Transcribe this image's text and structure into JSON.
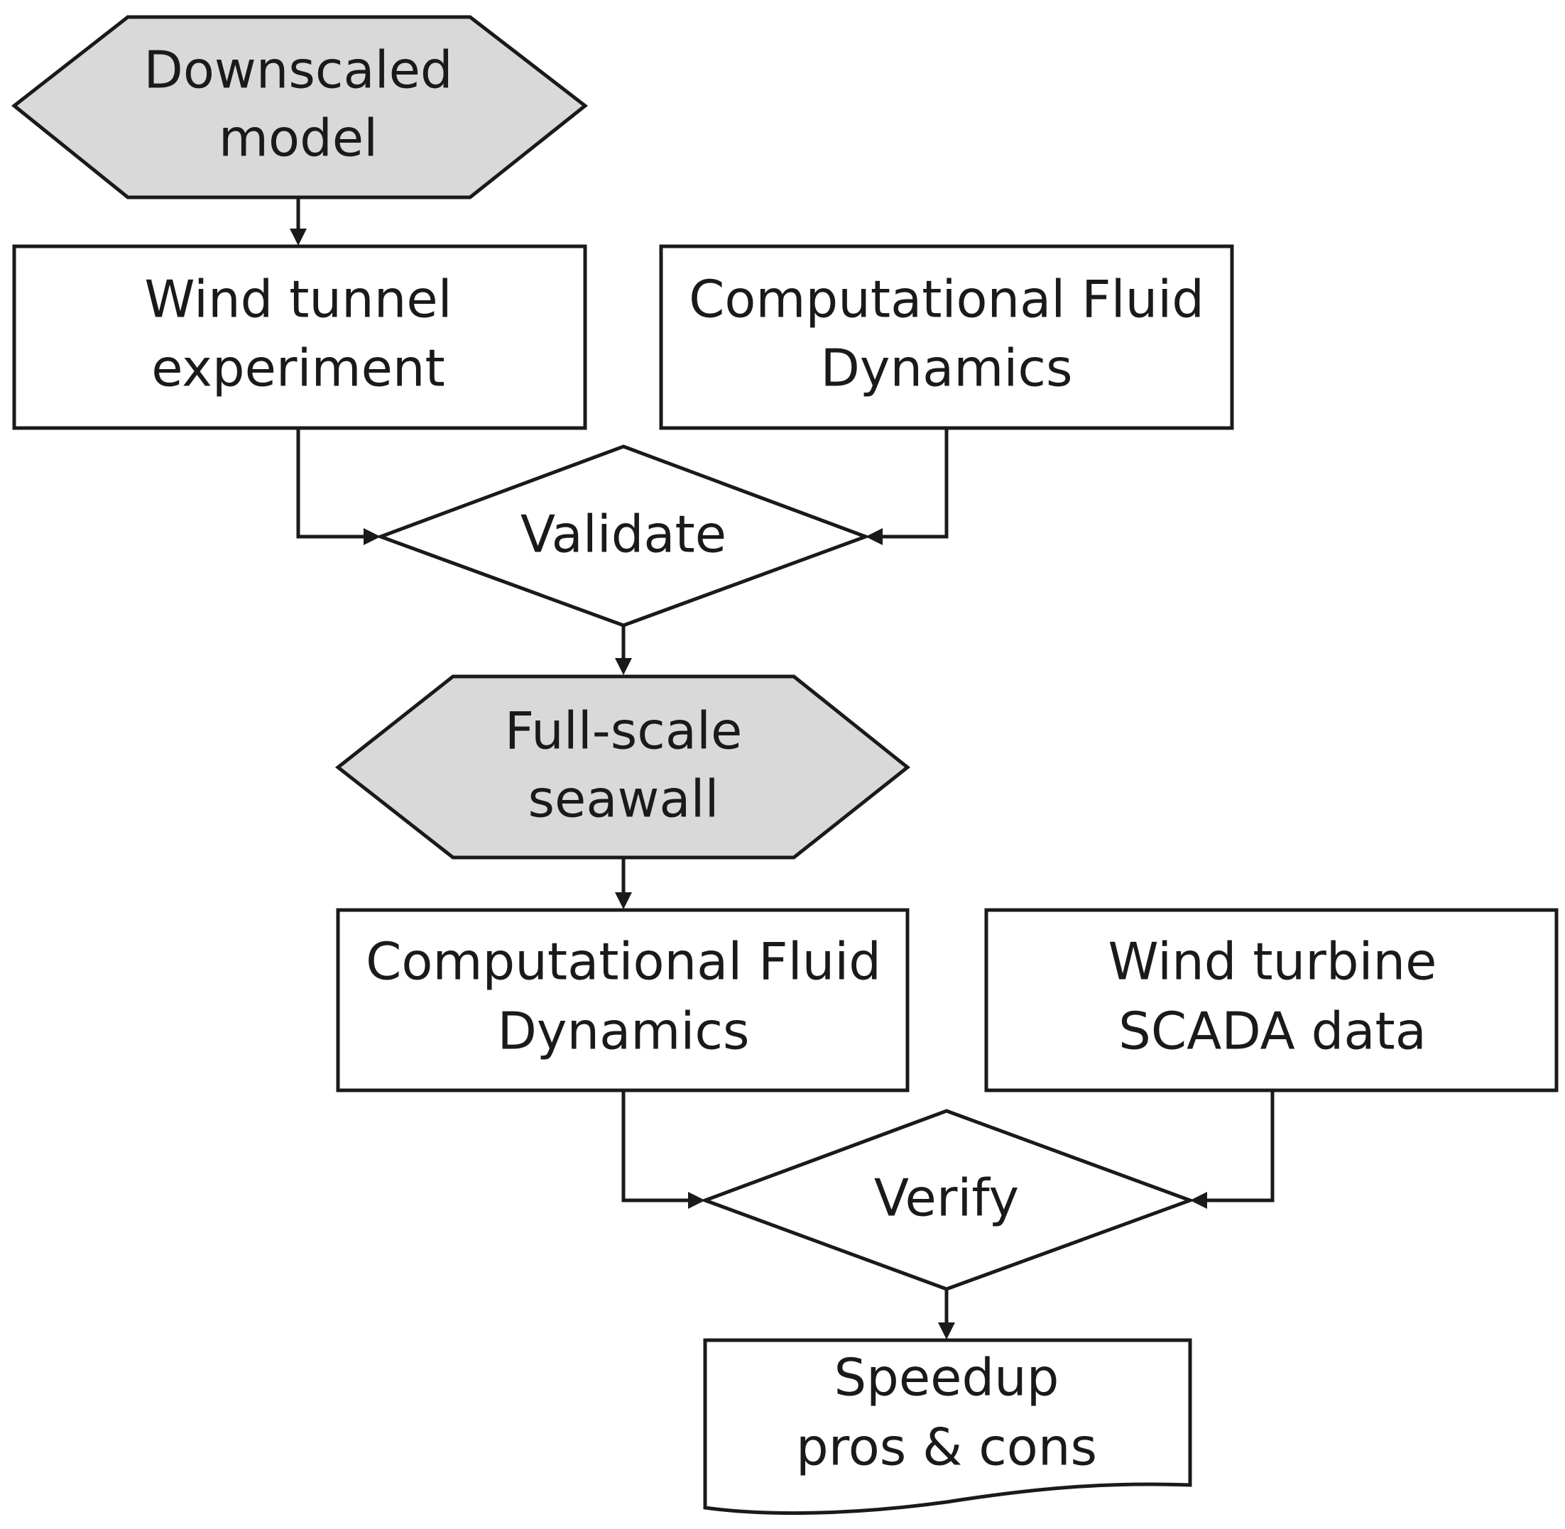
{
  "nodes": {
    "downscaled_model": {
      "line1": "Downscaled",
      "line2": "model"
    },
    "wind_tunnel": {
      "line1": "Wind tunnel",
      "line2": "experiment"
    },
    "cfd_top": {
      "line1": "Computational Fluid",
      "line2": "Dynamics"
    },
    "validate": {
      "line1": "Validate"
    },
    "full_scale_seawall": {
      "line1": "Full-scale",
      "line2": "seawall"
    },
    "cfd_bottom": {
      "line1": "Computational Fluid",
      "line2": "Dynamics"
    },
    "scada": {
      "line1": "Wind turbine",
      "line2": "SCADA data"
    },
    "verify": {
      "line1": "Verify"
    },
    "speedup": {
      "line1": "Speedup",
      "line2": "pros & cons"
    }
  },
  "colors": {
    "terminal_fill": "#d9d9d9",
    "stroke": "#1a1a1a",
    "box_fill": "#ffffff"
  }
}
